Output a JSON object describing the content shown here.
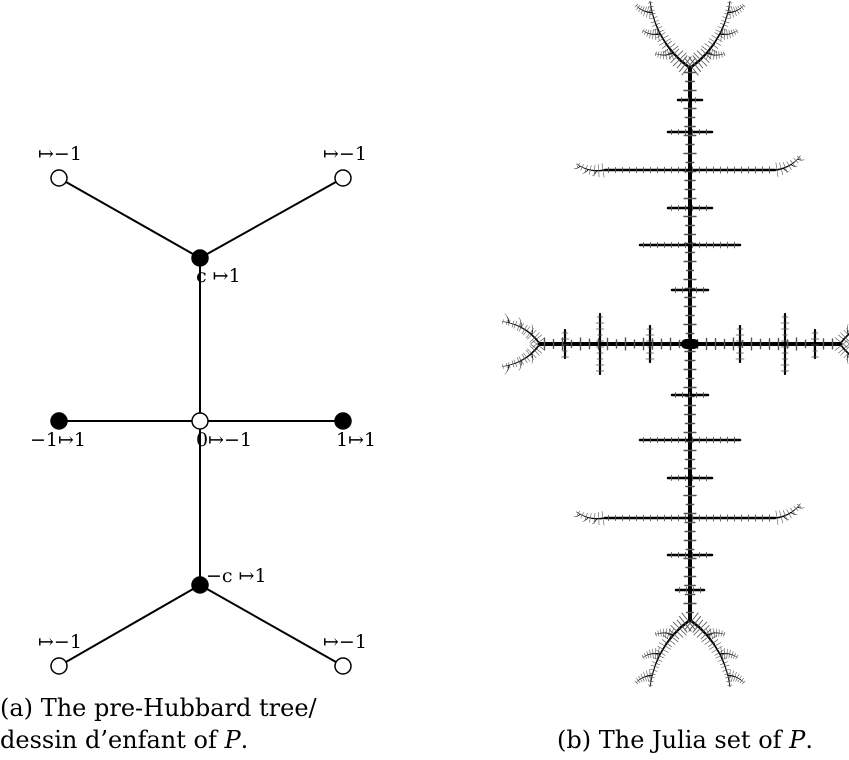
{
  "tree": {
    "vertex_labels": {
      "top_left": "↦−1",
      "top_right": "↦−1",
      "c": "c ↦1",
      "minus_one": "−1↦1",
      "zero": "0↦−1",
      "one": "1↦1",
      "minus_c": "−c ↦1",
      "bottom_left": "↦−1",
      "bottom_right": "↦−1"
    },
    "caption": {
      "tag": "(a)",
      "line1": "The  pre-Hubbard  tree/",
      "line2_text": "dessin d’enfant of ",
      "line2_var": "P",
      "line2_end": "."
    }
  },
  "julia": {
    "caption": {
      "tag": "(b)",
      "text": "The Julia set of ",
      "var": "P",
      "end": "."
    }
  },
  "colors": {
    "ink": "#000000",
    "background": "#ffffff",
    "fine_branch": "#555555"
  }
}
